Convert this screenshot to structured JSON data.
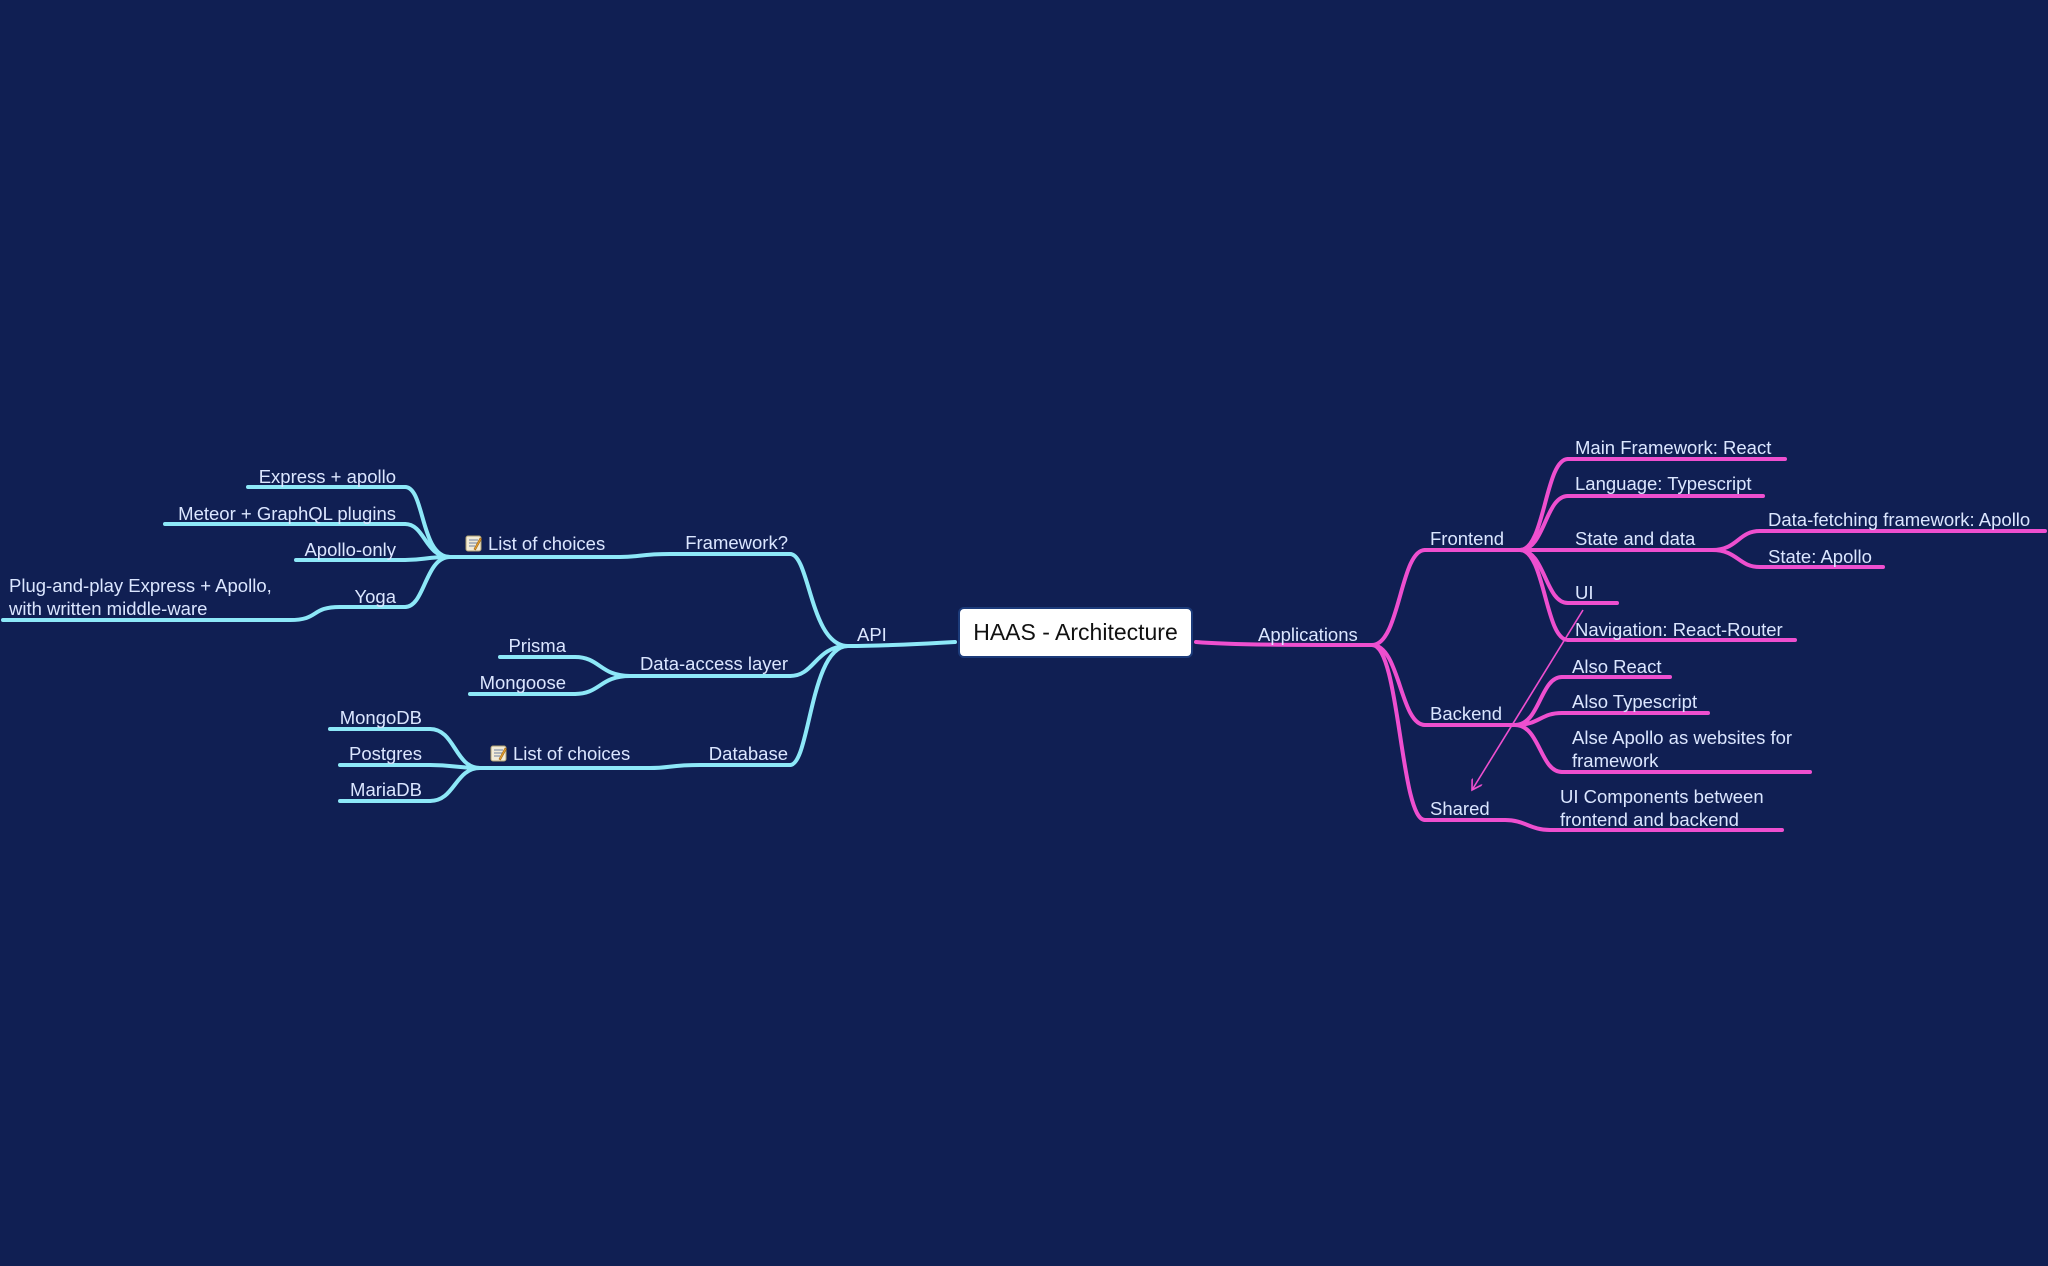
{
  "root": "HAAS - Architecture",
  "colors": {
    "background": "#101f53",
    "left_branch": "#8de8f8",
    "right_branch": "#ee4fcf",
    "label": "#dbe6ff"
  },
  "icons": {
    "choice_list": "memo-icon"
  },
  "left": {
    "api": "API",
    "framework": "Framework?",
    "framework_list": "List of choices",
    "framework_options": [
      "Express + apollo",
      "Meteor + GraphQL plugins",
      "Apollo-only",
      "Yoga"
    ],
    "yoga_note": "Plug-and-play Express + Apollo, with written middle-ware",
    "data_access": "Data-access layer",
    "data_access_options": [
      "Prisma",
      "Mongoose"
    ],
    "database": "Database",
    "database_list": "List of choices",
    "database_options": [
      "MongoDB",
      "Postgres",
      "MariaDB"
    ]
  },
  "right": {
    "applications": "Applications",
    "frontend": "Frontend",
    "frontend_items": {
      "main_framework": "Main Framework: React",
      "language": "Language: Typescript",
      "state_and_data": "State and data",
      "ui": "UI",
      "navigation": "Navigation: React-Router"
    },
    "state_items": [
      "Data-fetching framework: Apollo",
      "State: Apollo"
    ],
    "backend": "Backend",
    "backend_items": [
      "Also React",
      "Also Typescript",
      "Alse Apollo as websites for framework"
    ],
    "shared": "Shared",
    "shared_items": [
      "UI Components between frontend and backend"
    ]
  }
}
